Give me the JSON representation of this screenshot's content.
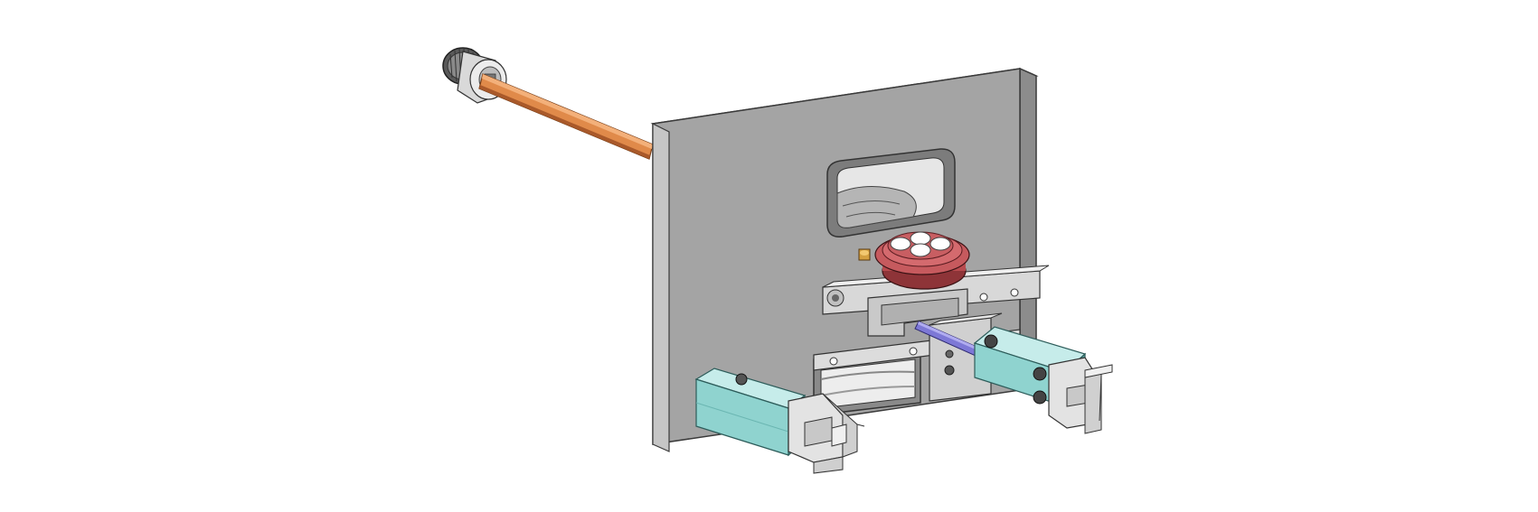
{
  "colors": {
    "background": "#ffffff",
    "plate_face": "#a4a4a4",
    "plate_edge": "#d4d4d4",
    "plate_shadow": "#7c7c7c",
    "outline": "#3a3a3a",
    "copper_rod": "#e08a4a",
    "copper_rod_dark": "#a9592a",
    "purple_rod": "#7d78d6",
    "red_fixture": "#c65a5e",
    "red_fixture_dark": "#8e3438",
    "cyan_cylinder": "#8fd3cf",
    "cyan_cylinder_dark": "#5aa8a4",
    "metal_light": "#e3e3e3",
    "metal_mid": "#c8c8c8"
  },
  "components": [
    {
      "name": "mounting-plate",
      "icon": "plate"
    },
    {
      "name": "copper-guide-rod",
      "icon": "rod"
    },
    {
      "name": "knurled-knob",
      "icon": "knob"
    },
    {
      "name": "red-rotary-fixture",
      "icon": "fixture"
    },
    {
      "name": "purple-push-rod",
      "icon": "rod"
    },
    {
      "name": "left-pneumatic-gripper",
      "icon": "cylinder"
    },
    {
      "name": "right-pneumatic-gripper",
      "icon": "cylinder"
    }
  ]
}
